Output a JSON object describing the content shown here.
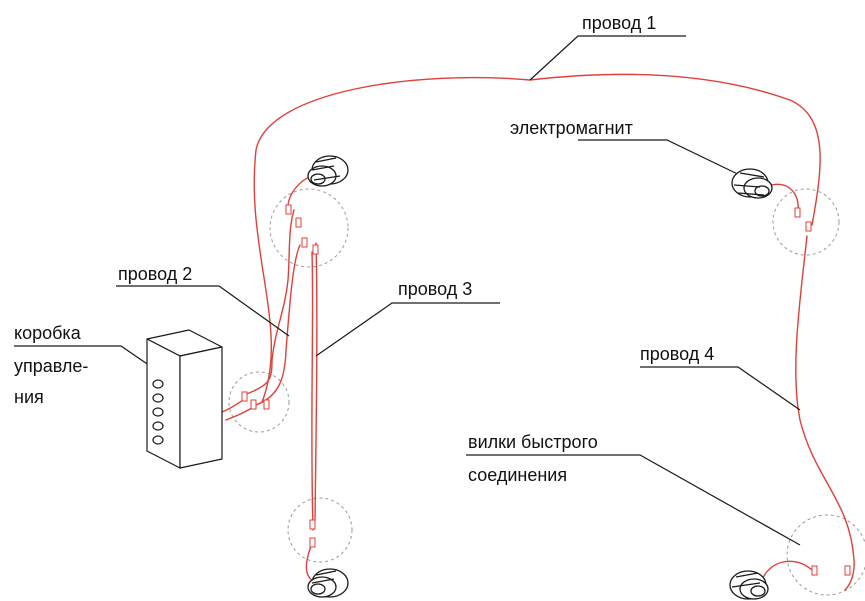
{
  "labels": {
    "wire1": "провод 1",
    "wire2": "провод 2",
    "wire3": "провод 3",
    "wire4": "провод 4",
    "electromagnet": "электромагнит",
    "control_box_line1": "коробка",
    "control_box_line2": "управле-",
    "control_box_line3": "ния",
    "connector_line1": "вилки быстрого",
    "connector_line2": "соединения"
  },
  "colors": {
    "wire": "#e0403a",
    "outline": "#1a1a1a",
    "dashed_circle": "#9a9a9a",
    "text": "#111111"
  }
}
